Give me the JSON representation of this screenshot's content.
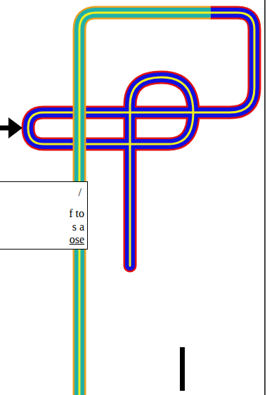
{
  "diagram": {
    "nodes": [
      {
        "text": [
          "/",
          "f to",
          "s a",
          "ose"
        ]
      }
    ]
  }
}
